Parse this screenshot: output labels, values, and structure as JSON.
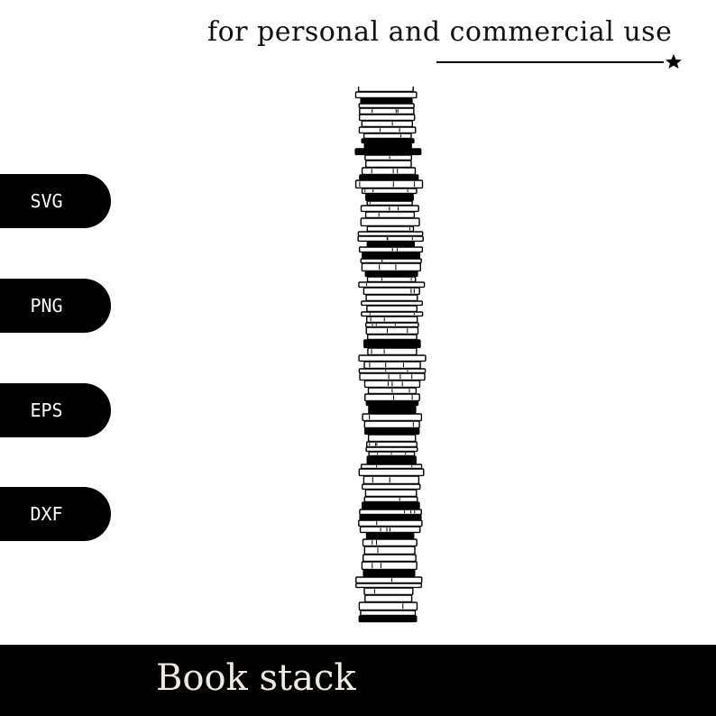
{
  "header": {
    "tagline": "for personal and commercial use"
  },
  "formats": [
    {
      "label": "SVG"
    },
    {
      "label": "PNG"
    },
    {
      "label": "EPS"
    },
    {
      "label": "DXF"
    }
  ],
  "illustration": {
    "icon": "book-stack-icon"
  },
  "footer": {
    "title": "Book stack"
  },
  "colors": {
    "background": "#ffffff",
    "ink": "#000000",
    "footer_text": "#f0ebe1"
  }
}
